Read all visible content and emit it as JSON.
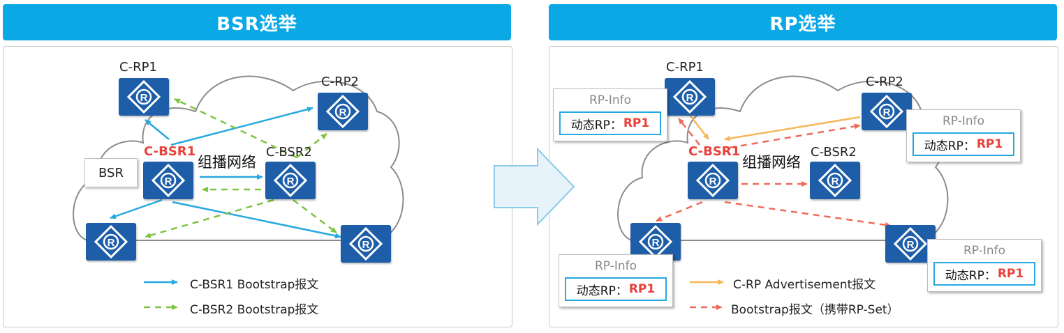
{
  "left": {
    "title": "BSR选举",
    "routers": {
      "c_rp1": "C-RP1",
      "c_rp2": "C-RP2",
      "c_bsr1": "C-BSR1",
      "c_bsr2": "C-BSR2"
    },
    "network_label": "组播网络",
    "bsr_tag": "BSR",
    "legend": [
      {
        "text": "C-BSR1 Bootstrap报文",
        "color": "#26a8e0",
        "style": "solid"
      },
      {
        "text": "C-BSR2 Bootstrap报文",
        "color": "#7cc53f",
        "style": "dashed"
      }
    ]
  },
  "right": {
    "title": "RP选举",
    "routers": {
      "c_rp1": "C-RP1",
      "c_rp2": "C-RP2",
      "c_bsr1": "C-BSR1",
      "c_bsr2": "C-BSR2"
    },
    "network_label": "组播网络",
    "rp_info": {
      "title": "RP-Info",
      "prefix": "动态RP：",
      "value": "RP1"
    },
    "legend": [
      {
        "text": "C-RP Advertisement报文",
        "color": "#f5b85a",
        "style": "solid"
      },
      {
        "text": "Bootstrap报文（携带RP-Set）",
        "color": "#ee6a5a",
        "style": "dashed"
      }
    ]
  },
  "colors": {
    "banner": "#0aa9e6",
    "router": "#1e5ea8",
    "bsr1_arrow": "#26a8e0",
    "bsr2_arrow": "#7cc53f",
    "advert_arrow": "#f5b85a",
    "bootstrap_arrow": "#ee6a5a",
    "highlight_text": "#e8413a"
  },
  "icons": {
    "router": "router-diamond-icon",
    "transition": "right-arrow-icon"
  }
}
